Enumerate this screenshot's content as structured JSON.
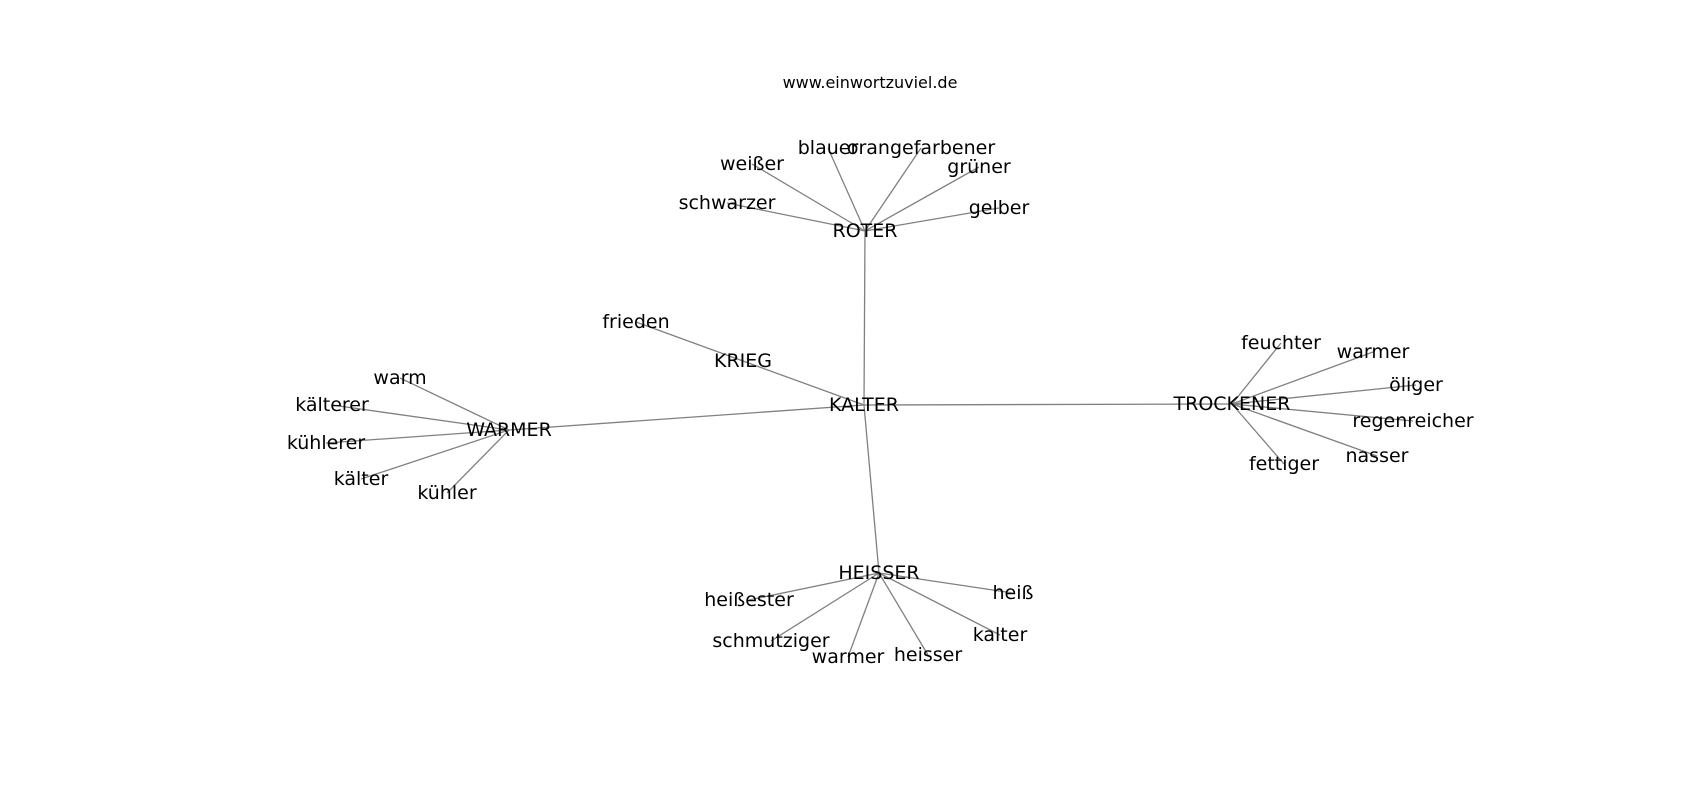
{
  "header": {
    "title": "www.einwortzuviel.de"
  },
  "colors": {
    "edge": "#808080",
    "label": "#000000",
    "background": "#ffffff"
  },
  "graph": {
    "nodes": [
      {
        "id": "kalter_center",
        "label": "KALTER"
      },
      {
        "id": "roter",
        "label": "ROTER"
      },
      {
        "id": "krieg",
        "label": "KRIEG"
      },
      {
        "id": "warmer_hub",
        "label": "WARMER"
      },
      {
        "id": "trockener",
        "label": "TROCKENER"
      },
      {
        "id": "heisser_hub",
        "label": "HEISSER"
      },
      {
        "id": "blauer",
        "label": "blauer"
      },
      {
        "id": "orangefarbener",
        "label": "orangefarbener"
      },
      {
        "id": "weisser",
        "label": "weißer"
      },
      {
        "id": "gruener",
        "label": "grüner"
      },
      {
        "id": "schwarzer",
        "label": "schwarzer"
      },
      {
        "id": "gelber",
        "label": "gelber"
      },
      {
        "id": "frieden",
        "label": "frieden"
      },
      {
        "id": "warm",
        "label": "warm"
      },
      {
        "id": "kaelterer",
        "label": "kälterer"
      },
      {
        "id": "kuehlerer",
        "label": "kühlerer"
      },
      {
        "id": "kaelter",
        "label": "kälter"
      },
      {
        "id": "kuehler",
        "label": "kühler"
      },
      {
        "id": "feuchter",
        "label": "feuchter"
      },
      {
        "id": "warmer_leaf",
        "label": "warmer"
      },
      {
        "id": "oeliger",
        "label": "öliger"
      },
      {
        "id": "regenreicher",
        "label": "regenreicher"
      },
      {
        "id": "nasser",
        "label": "nasser"
      },
      {
        "id": "fettiger",
        "label": "fettiger"
      },
      {
        "id": "heissester",
        "label": "heißester"
      },
      {
        "id": "heiss",
        "label": "heiß"
      },
      {
        "id": "schmutziger",
        "label": "schmutziger"
      },
      {
        "id": "warmer_leaf2",
        "label": "warmer"
      },
      {
        "id": "heisser_leaf",
        "label": "heisser"
      },
      {
        "id": "kalter_leaf",
        "label": "kalter"
      }
    ],
    "edges": [
      [
        "kalter_center",
        "roter"
      ],
      [
        "kalter_center",
        "krieg"
      ],
      [
        "kalter_center",
        "warmer_hub"
      ],
      [
        "kalter_center",
        "trockener"
      ],
      [
        "kalter_center",
        "heisser_hub"
      ],
      [
        "roter",
        "blauer"
      ],
      [
        "roter",
        "orangefarbener"
      ],
      [
        "roter",
        "weisser"
      ],
      [
        "roter",
        "gruener"
      ],
      [
        "roter",
        "schwarzer"
      ],
      [
        "roter",
        "gelber"
      ],
      [
        "krieg",
        "frieden"
      ],
      [
        "warmer_hub",
        "warm"
      ],
      [
        "warmer_hub",
        "kaelterer"
      ],
      [
        "warmer_hub",
        "kuehlerer"
      ],
      [
        "warmer_hub",
        "kaelter"
      ],
      [
        "warmer_hub",
        "kuehler"
      ],
      [
        "trockener",
        "feuchter"
      ],
      [
        "trockener",
        "warmer_leaf"
      ],
      [
        "trockener",
        "oeliger"
      ],
      [
        "trockener",
        "regenreicher"
      ],
      [
        "trockener",
        "nasser"
      ],
      [
        "trockener",
        "fettiger"
      ],
      [
        "heisser_hub",
        "heissester"
      ],
      [
        "heisser_hub",
        "heiss"
      ],
      [
        "heisser_hub",
        "schmutziger"
      ],
      [
        "heisser_hub",
        "warmer_leaf2"
      ],
      [
        "heisser_hub",
        "heisser_leaf"
      ],
      [
        "heisser_hub",
        "kalter_leaf"
      ]
    ]
  }
}
